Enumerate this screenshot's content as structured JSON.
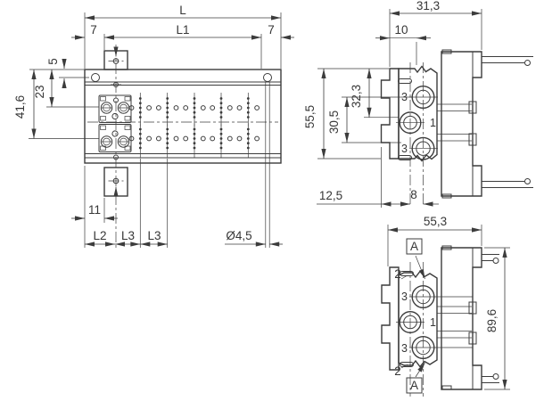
{
  "drawing": {
    "colors": {
      "line": "#3c3c3c",
      "background": "#ffffff"
    },
    "front_view": {
      "dim_l": "L",
      "dim_l1": "L1",
      "dim_7_left": "7",
      "dim_7_right": "7",
      "dim_5": "5",
      "dim_23": "23",
      "dim_41_6": "41,6",
      "dim_11": "11",
      "dim_l2": "L2",
      "dim_l3_first": "L3",
      "dim_l3_second": "L3",
      "dim_hole_dia": "Ø4,5"
    },
    "side_view": {
      "dim_31_3": "31,3",
      "dim_10": "10",
      "dim_55_5": "55,5",
      "dim_32_3": "32,3",
      "dim_30_5": "30,5",
      "dim_12_5": "12,5",
      "dim_8": "8",
      "contact_top": "3",
      "contact_mid": "1",
      "contact_bottom": "3"
    },
    "section_view": {
      "dim_55_3": "55,3",
      "dim_89_6": "89,6",
      "detail_top": "A",
      "detail_bottom": "A",
      "pos_2_top": "2",
      "pos_2_bottom": "2",
      "contact_top": "3",
      "contact_mid": "1",
      "contact_bottom": "3"
    }
  }
}
